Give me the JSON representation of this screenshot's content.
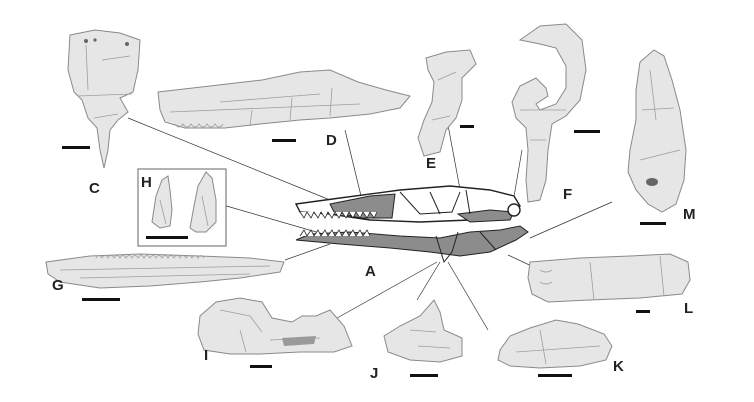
{
  "figure": {
    "panels": [
      {
        "id": "A",
        "label": "A"
      },
      {
        "id": "C",
        "label": "C"
      },
      {
        "id": "D",
        "label": "D"
      },
      {
        "id": "E",
        "label": "E"
      },
      {
        "id": "F",
        "label": "F"
      },
      {
        "id": "G",
        "label": "G"
      },
      {
        "id": "H",
        "label": "H"
      },
      {
        "id": "I",
        "label": "I"
      },
      {
        "id": "J",
        "label": "J"
      },
      {
        "id": "K",
        "label": "K"
      },
      {
        "id": "L",
        "label": "L"
      },
      {
        "id": "M",
        "label": "M"
      }
    ]
  },
  "colors": {
    "background": "#ffffff",
    "bone_fill": "#e6e6e6",
    "skull_shading": "#8c8c8c",
    "ink": "#222222"
  }
}
